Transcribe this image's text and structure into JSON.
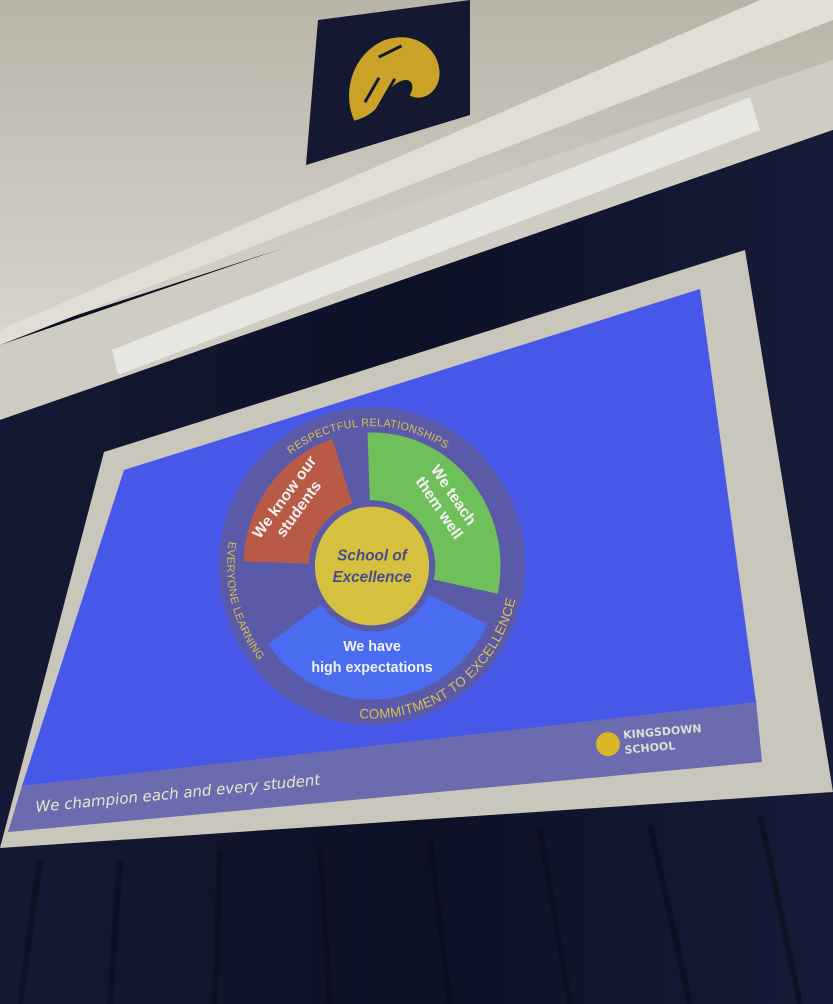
{
  "slide": {
    "center_label": [
      "School of",
      "Excellence"
    ],
    "segments": [
      {
        "lines": [
          "We know our",
          "students"
        ],
        "color": "#b85a45"
      },
      {
        "lines": [
          "We teach",
          "them well"
        ],
        "color": "#6fbf5a"
      },
      {
        "lines": [
          "We have",
          "high expectations"
        ],
        "color": "#4a6cf0"
      }
    ],
    "ring_labels": {
      "top": "RESPECTFUL RELATIONSHIPS",
      "right": "COMMITMENT TO EXCELLENCE",
      "left": "EVERYONE LEARNING"
    },
    "footer_text": "We champion each and every student",
    "logo": {
      "line1": "KINGSDOWN",
      "line2": "SCHOOL"
    }
  },
  "colors": {
    "slide_bg": "#4757e8",
    "ring": "#5a5aa8",
    "core": "#d6c040",
    "footer_band": "#6b6bb0",
    "gold": "#d9b52a"
  }
}
